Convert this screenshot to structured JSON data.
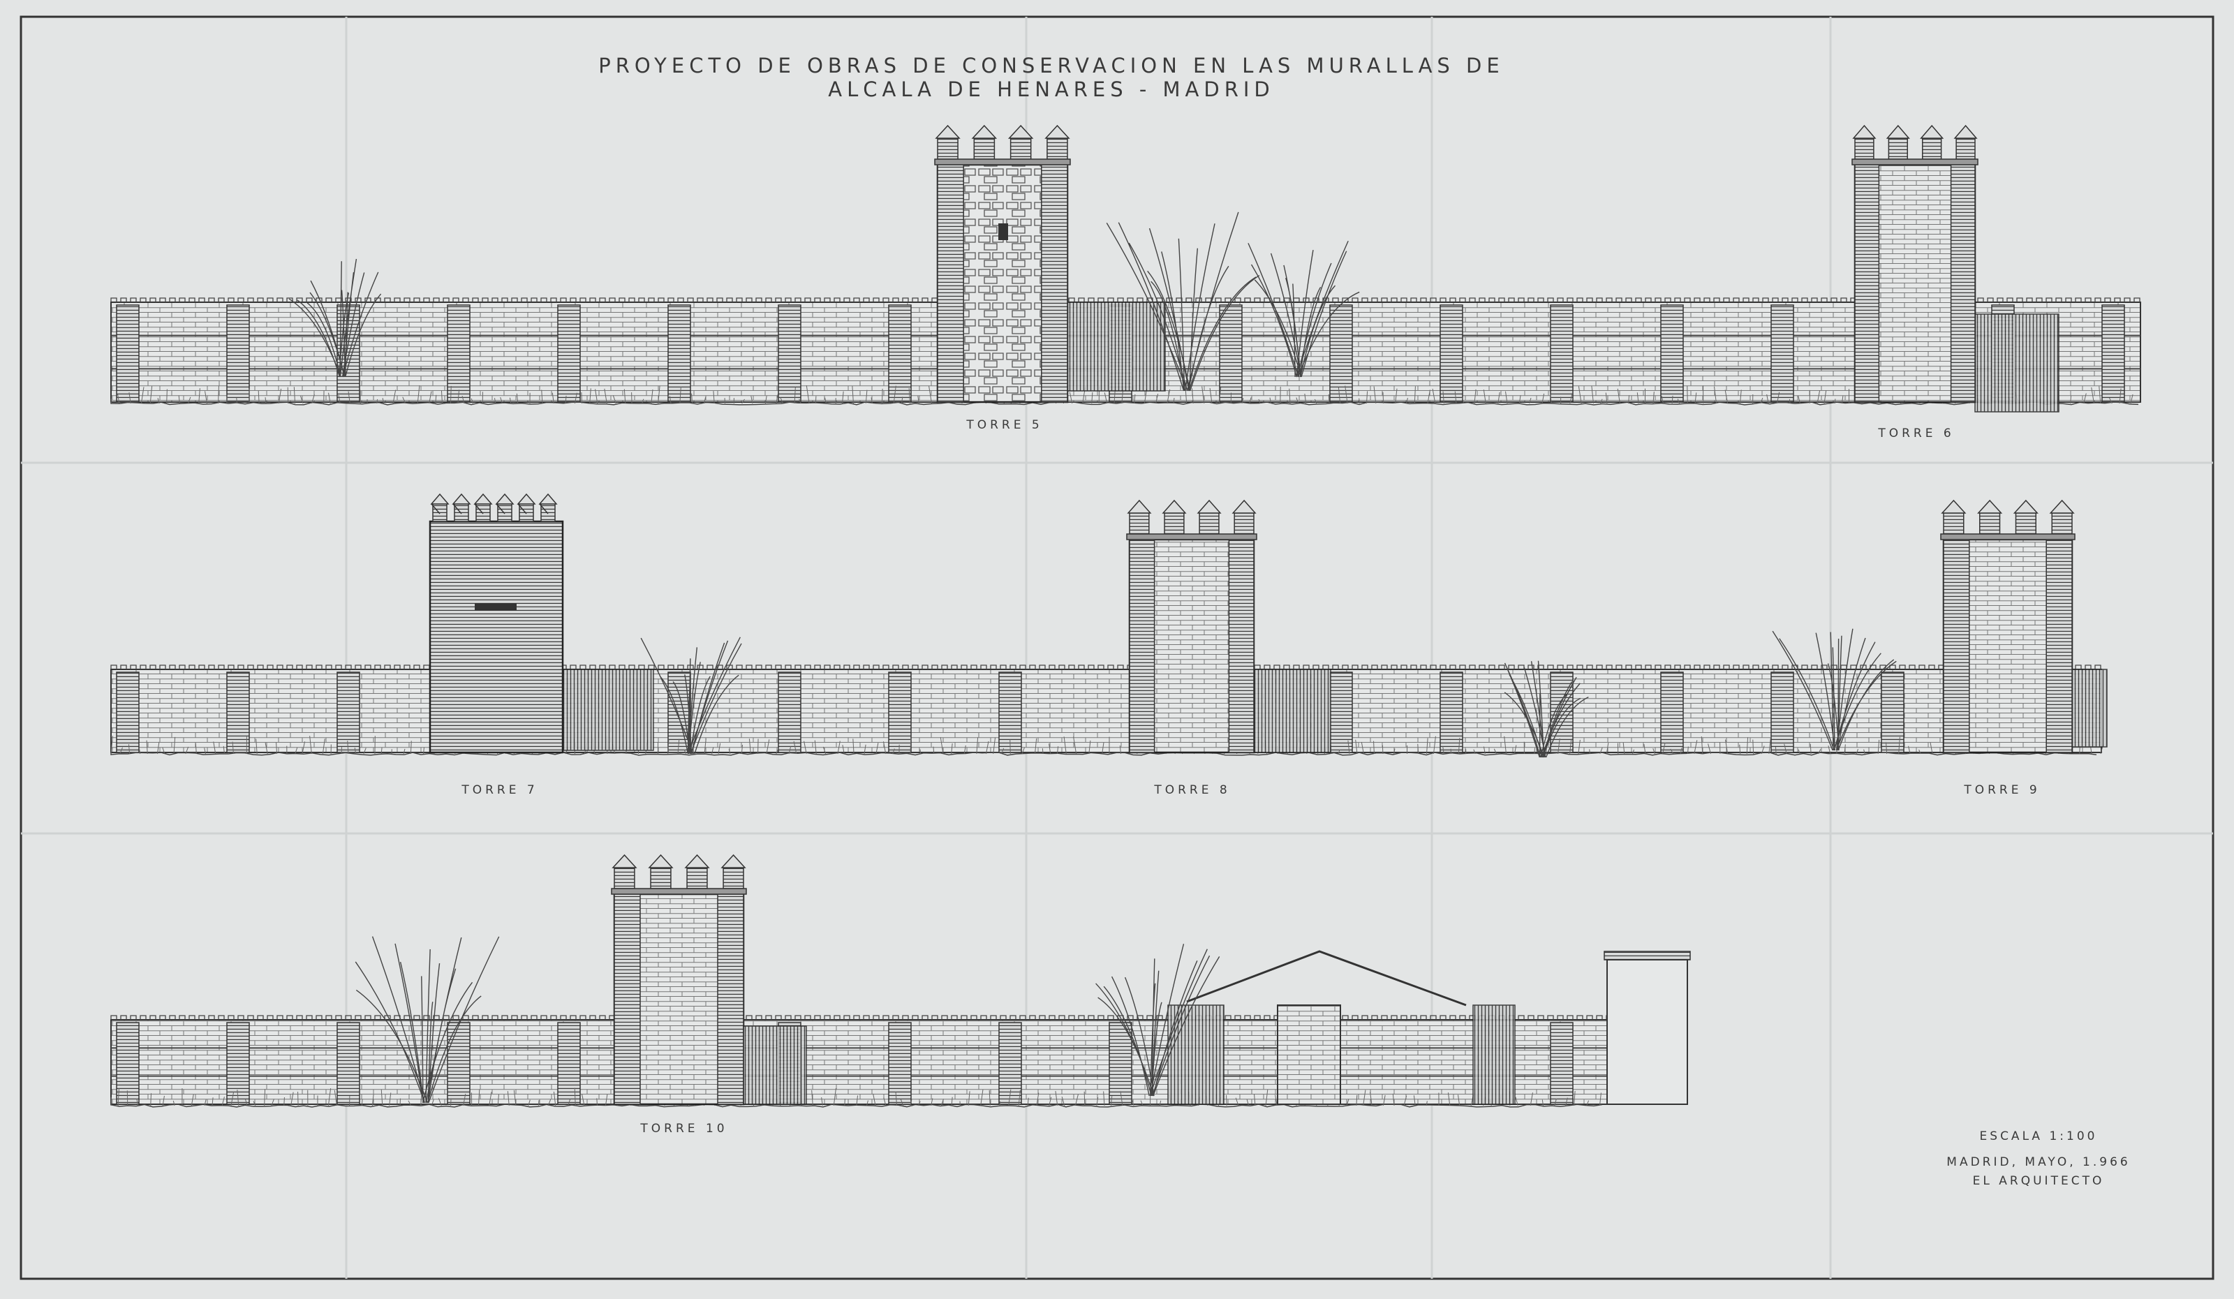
{
  "title": {
    "line1": "PROYECTO DE OBRAS DE CONSERVACION EN LAS MURALLAS DE",
    "line2": "ALCALA DE HENARES - MADRID"
  },
  "towers": {
    "t5": "TORRE 5",
    "t6": "TORRE 6",
    "t7": "TORRE 7",
    "t8": "TORRE 8",
    "t9": "TORRE 9",
    "t10": "TORRE 10"
  },
  "notes": {
    "scale": "ESCALA 1:100",
    "place_date": "MADRID, MAYO, 1.966",
    "author": "EL ARQUITECTO"
  },
  "colors": {
    "paper": "#e3e5e5",
    "ink": "#333333",
    "frame": "#111111"
  }
}
